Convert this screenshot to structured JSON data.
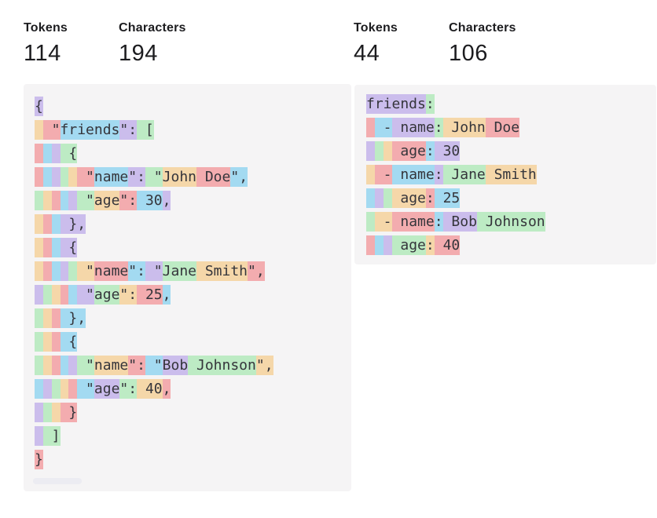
{
  "colors": {
    "box_bg": "#f5f4f5",
    "code_text": "#35353b",
    "heading_text": "#1c1c1f",
    "scrollbar": "#ececf2"
  },
  "token_palette": [
    "rgba(107,64,216,0.30)",
    "rgba(104,222,122,0.40)",
    "rgba(244,172,54,0.40)",
    "rgba(239,65,70,0.40)",
    "rgba(39,181,234,0.40)"
  ],
  "panels": [
    {
      "name": "json",
      "stats": [
        {
          "label": "Tokens",
          "value": "114"
        },
        {
          "label": "Characters",
          "value": "194"
        }
      ],
      "tokens": [
        "{",
        "\n",
        " ",
        " \"",
        "friends",
        "\":",
        " [",
        "\n",
        " ",
        " ",
        " ",
        " {",
        "\n",
        " ",
        " ",
        " ",
        " ",
        " ",
        " \"",
        "name",
        "\":",
        " \"",
        "John",
        " Doe",
        "\",",
        "\n",
        " ",
        " ",
        " ",
        " ",
        " ",
        " \"",
        "age",
        "\":",
        " 30",
        ",",
        "\n",
        " ",
        " ",
        " ",
        " },",
        "\n",
        " ",
        " ",
        " ",
        " {",
        "\n",
        " ",
        " ",
        " ",
        " ",
        " ",
        " \"",
        "name",
        "\":",
        " \"",
        "Jane",
        " Smith",
        "\",",
        "\n",
        " ",
        " ",
        " ",
        " ",
        " ",
        " \"",
        "age",
        "\":",
        " 25",
        ",",
        "\n",
        " ",
        " ",
        " ",
        " },",
        "\n",
        " ",
        " ",
        " ",
        " {",
        "\n",
        " ",
        " ",
        " ",
        " ",
        " ",
        " \"",
        "name",
        "\":",
        " \"",
        "Bob",
        " Johnson",
        "\",",
        "\n",
        " ",
        " ",
        " ",
        " ",
        " ",
        " \"",
        "age",
        "\":",
        " 40",
        ",",
        "\n",
        " ",
        " ",
        " ",
        " }",
        "\n",
        " ",
        " ]",
        "\n",
        "}"
      ]
    },
    {
      "name": "yaml",
      "stats": [
        {
          "label": "Tokens",
          "value": "44"
        },
        {
          "label": "Characters",
          "value": "106"
        }
      ],
      "tokens": [
        "friends",
        ":",
        "\n",
        " ",
        " -",
        " name",
        ":",
        " John",
        " Doe",
        "\n",
        " ",
        " ",
        " ",
        " age",
        ":",
        " 30",
        "\n",
        " ",
        " -",
        " name",
        ":",
        " Jane",
        " Smith",
        "\n",
        " ",
        " ",
        " ",
        " age",
        ":",
        " 25",
        "\n",
        " ",
        " -",
        " name",
        ":",
        " Bob",
        " Johnson",
        "\n",
        " ",
        " ",
        " ",
        " age",
        ":",
        " 40"
      ]
    }
  ]
}
